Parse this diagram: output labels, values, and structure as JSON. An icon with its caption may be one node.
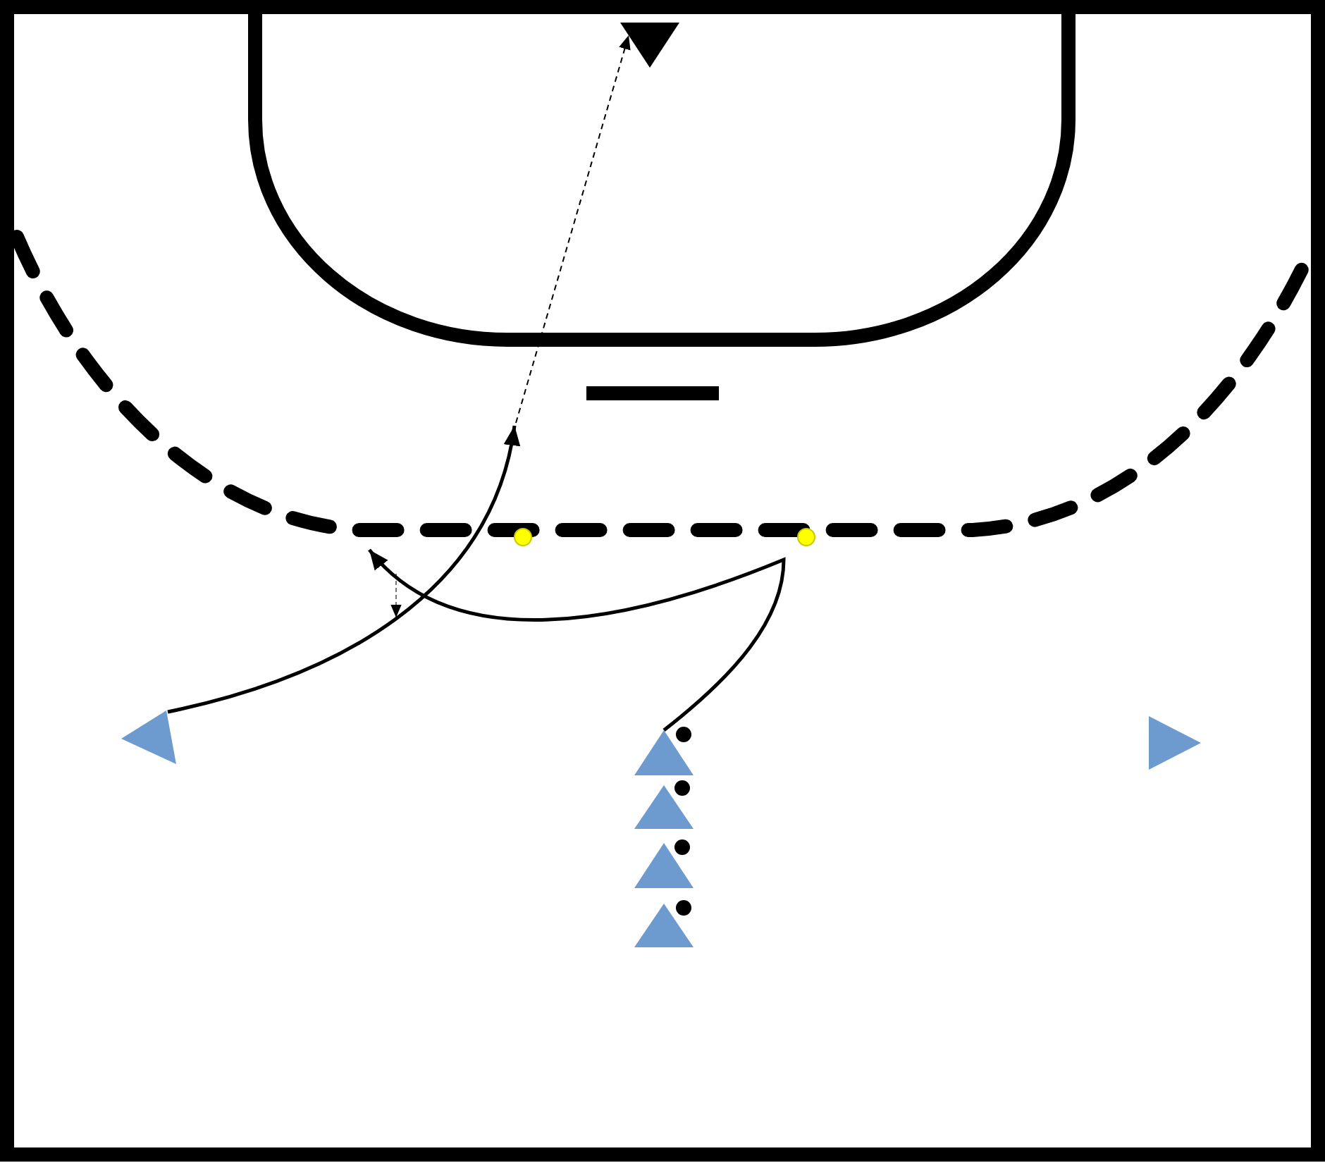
{
  "diagram": {
    "nodes": [
      {
        "text": [],
        "shape": "triangle"
      },
      {
        "text": [],
        "shape": "triangle"
      },
      {
        "text": [],
        "shape": "triangle"
      },
      {
        "text": [],
        "shape": "triangle"
      },
      {
        "text": [],
        "shape": "triangle"
      },
      {
        "text": [],
        "shape": "triangle"
      },
      {
        "text": [],
        "shape": "triangle"
      }
    ],
    "edges": [
      {
        "from": 1,
        "to": null,
        "arrow": "to"
      },
      {
        "from": 2,
        "to": null,
        "arrow": "to"
      },
      {
        "from": null,
        "to": 0,
        "arrow": "to",
        "style": "dashed"
      }
    ]
  }
}
